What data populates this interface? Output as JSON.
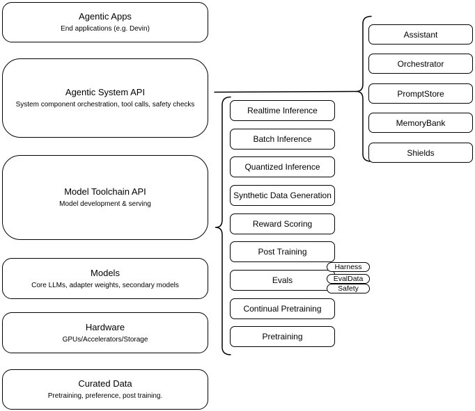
{
  "diagram": {
    "colors": {
      "background": "#ffffff",
      "stroke": "#000000",
      "node_fill": "#ffffff",
      "text": "#000000"
    },
    "stack": [
      {
        "title": "Agentic Apps",
        "subtitle": "End applications (e.g. Devin)"
      },
      {
        "title": "Agentic System API",
        "subtitle": "System component orchestration, tool calls, safety checks"
      },
      {
        "title": "Model Toolchain API",
        "subtitle": "Model development & serving"
      },
      {
        "title": "Models",
        "subtitle": "Core LLMs, adapter weights, secondary models"
      },
      {
        "title": "Hardware",
        "subtitle": "GPUs/Accelerators/Storage"
      },
      {
        "title": "Curated Data",
        "subtitle": "Pretraining, preference, post training."
      }
    ],
    "toolchain": {
      "items": [
        {
          "label": "Realtime Inference"
        },
        {
          "label": "Batch Inference"
        },
        {
          "label": "Quantized Inference"
        },
        {
          "label": "Synthetic Data Generation"
        },
        {
          "label": "Reward Scoring"
        },
        {
          "label": "Post Training"
        },
        {
          "label": "Evals"
        },
        {
          "label": "Continual Pretraining"
        },
        {
          "label": "Pretraining"
        }
      ],
      "eval_tags": [
        {
          "label": "Harness"
        },
        {
          "label": "EvalData"
        },
        {
          "label": "Safety"
        }
      ]
    },
    "system": {
      "items": [
        {
          "label": "Assistant"
        },
        {
          "label": "Orchestrator"
        },
        {
          "label": "PromptStore"
        },
        {
          "label": "MemoryBank"
        },
        {
          "label": "Shields"
        }
      ]
    }
  }
}
